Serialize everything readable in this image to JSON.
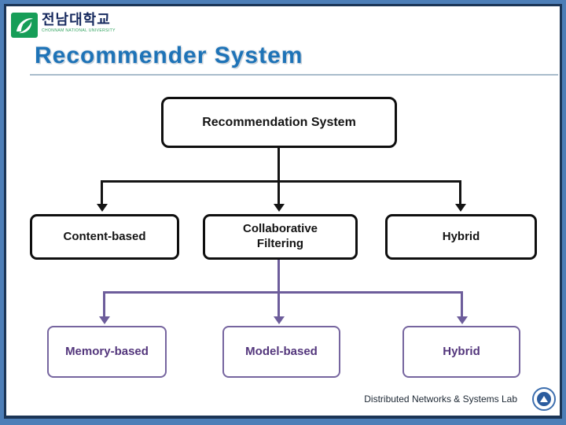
{
  "header": {
    "logo": {
      "korean": "전남대학교",
      "english": "CHONNAM NATIONAL UNIVERSITY"
    },
    "title": "Recommender System"
  },
  "diagram": {
    "root_label": "Recommendation System",
    "level1": [
      {
        "label": "Content-based",
        "text_color": "#141414"
      },
      {
        "label": "Collaborative Filtering",
        "text_color": "#53367c"
      },
      {
        "label": "Hybrid",
        "text_color": "#141414"
      }
    ],
    "level2": [
      {
        "label": "Memory-based",
        "text_color": "#53367c"
      },
      {
        "label": "Model-based",
        "text_color": "#53367c"
      },
      {
        "label": "Hybrid",
        "text_color": "#53367c"
      }
    ]
  },
  "footer": {
    "lab_name": "Distributed Networks & Systems Lab"
  },
  "colors": {
    "frame_outer_blue": "#4d7eb7",
    "frame_inner_navy": "#1b3556",
    "title_blue": "#1e73b7",
    "connector_black": "#141414",
    "connector_purple": "#6d5d9b",
    "box_border_purple": "#76659f",
    "text_purple": "#53367c",
    "logo_green": "#169e58",
    "logo_navy": "#16295e"
  }
}
